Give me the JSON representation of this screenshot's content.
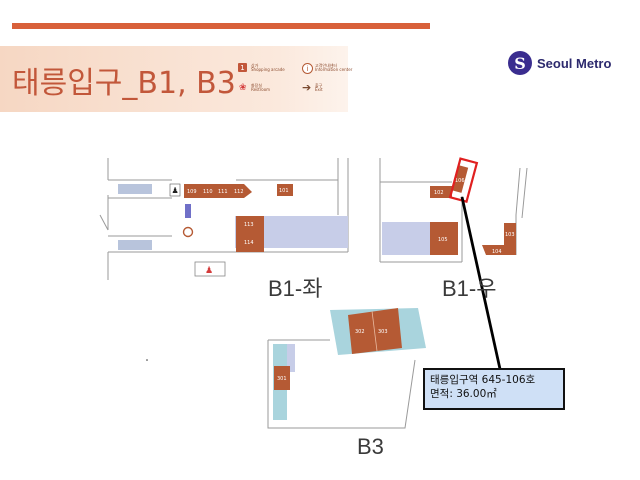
{
  "slide": {
    "title": "태릉입구_B1, B3",
    "logo_mark": "S",
    "logo_text": "Seoul Metro"
  },
  "legend": {
    "shop_num": "1",
    "shop_ko": "상가",
    "shop_en": "Shopping arcade",
    "info_ko": "고객안내센터",
    "info_en": "Information center",
    "rest_ko": "화장실",
    "rest_en": "Restroom",
    "exit_ko": "출구",
    "exit_en": "Exit"
  },
  "floors": {
    "b1_left": "B1-좌",
    "b1_right": "B1-우",
    "b3": "B3"
  },
  "rooms": {
    "r109": "109",
    "r110": "110",
    "r111": "111",
    "r112": "112",
    "r101": "101",
    "r113": "113",
    "r114": "114",
    "r102": "102",
    "r106": "106",
    "r105": "105",
    "r103": "103",
    "r104": "104",
    "r302": "302",
    "r303": "303",
    "r301": "301"
  },
  "callout": {
    "line1": "태릉입구역 645-106호",
    "line2": "면적: 36.00㎡"
  },
  "colors": {
    "accent": "#d8603a",
    "room": "#b55a34",
    "corridor": "#c7cde8",
    "highlight": "#e02020"
  }
}
